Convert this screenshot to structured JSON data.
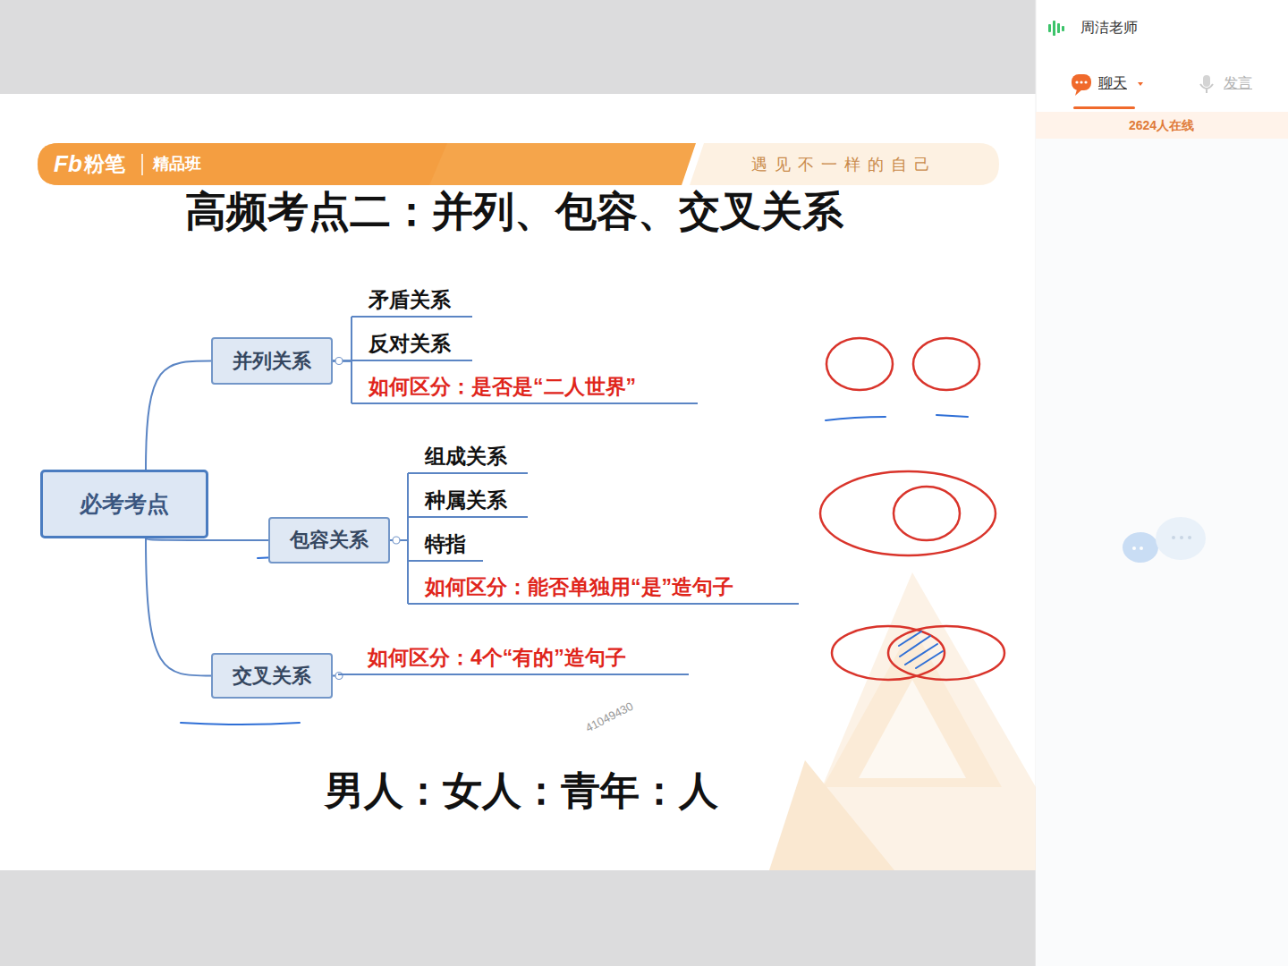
{
  "diagram": {
    "title": "高频考点二：并列、包容、交叉关系",
    "nodes": [
      {
        "text": [
          "必考考点"
        ]
      },
      {
        "text": [
          "并列关系"
        ]
      },
      {
        "text": [
          "矛盾关系"
        ]
      },
      {
        "text": [
          "反对关系"
        ]
      },
      {
        "text": [
          "如何区分：是否是“二人世界”"
        ]
      },
      {
        "text": [
          "包容关系"
        ]
      },
      {
        "text": [
          "组成关系"
        ]
      },
      {
        "text": [
          "种属关系"
        ]
      },
      {
        "text": [
          "特指"
        ]
      },
      {
        "text": [
          "如何区分：能否单独用“是”造句子"
        ]
      },
      {
        "text": [
          "交叉关系"
        ]
      },
      {
        "text": [
          "如何区分：4个“有的”造句子"
        ]
      }
    ],
    "edges": [
      {
        "from": 0,
        "to": 1,
        "arrow": "none"
      },
      {
        "from": 0,
        "to": 5,
        "arrow": "none"
      },
      {
        "from": 0,
        "to": 10,
        "arrow": "none"
      },
      {
        "from": 1,
        "to": 2,
        "arrow": "none"
      },
      {
        "from": 1,
        "to": 3,
        "arrow": "none"
      },
      {
        "from": 1,
        "to": 4,
        "arrow": "none"
      },
      {
        "from": 5,
        "to": 6,
        "arrow": "none"
      },
      {
        "from": 5,
        "to": 7,
        "arrow": "none"
      },
      {
        "from": 5,
        "to": 8,
        "arrow": "none"
      },
      {
        "from": 5,
        "to": 9,
        "arrow": "none"
      },
      {
        "from": 10,
        "to": 11,
        "arrow": "none"
      }
    ],
    "labels": [
      "Fb",
      "粉笔",
      "精品班",
      "遇见不一样的自己",
      "男人：女人：青年：人",
      "41049430",
      "周洁老师",
      "聊天",
      "发言",
      "2624人在线"
    ]
  }
}
